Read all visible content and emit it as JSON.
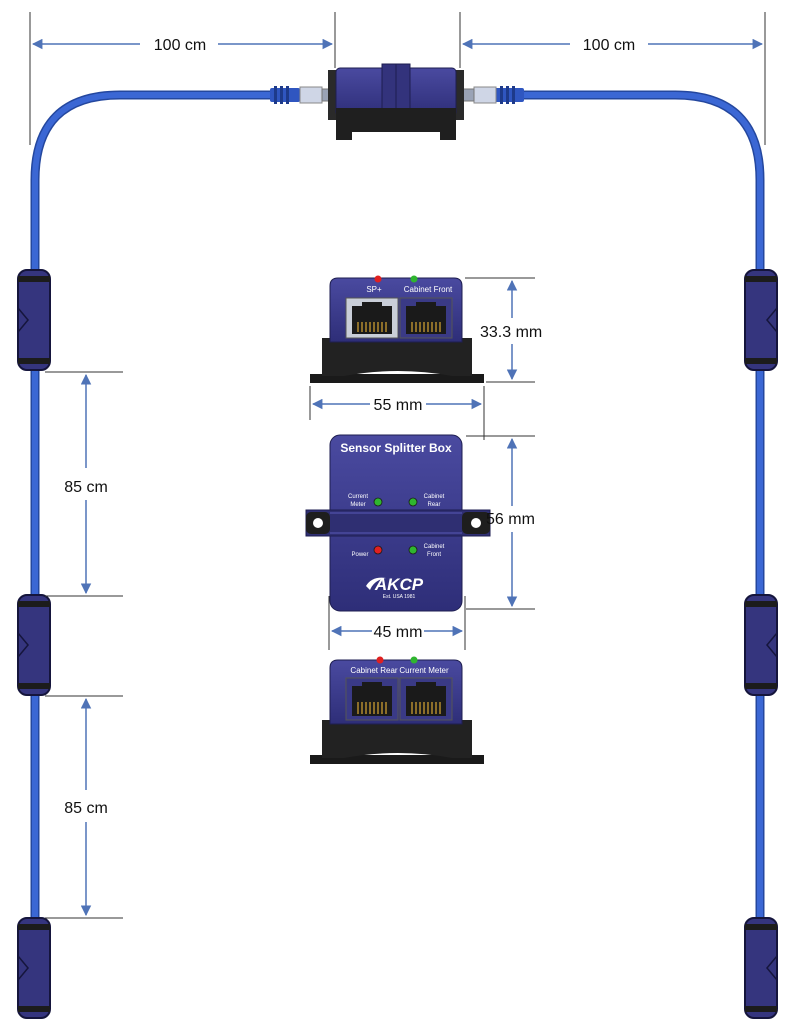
{
  "dimensions": {
    "top_left_cable": "100 cm",
    "top_right_cable": "100 cm",
    "side_segment_1": "85 cm",
    "side_segment_2": "85 cm",
    "device_height_top": "33.3 mm",
    "device_width_top": "55 mm",
    "body_height": "56 mm",
    "body_width": "45 mm"
  },
  "front_view": {
    "port_left_label": "SP+",
    "port_right_label": "Cabinet Front"
  },
  "main_body": {
    "title": "Sensor Splitter Box",
    "led_current_meter": "Current Meter",
    "led_cabinet_rear": "Cabinet Rear",
    "led_power": "Power",
    "led_cabinet_front": "Cabinet Front",
    "logo_text": "AKCP",
    "logo_subtext": "Est. USA 1981"
  },
  "rear_view": {
    "port_left_label": "Cabinet Rear",
    "port_right_label": "Current Meter"
  },
  "colors": {
    "cable": "#3b67d4",
    "box": "#3a3a86",
    "box_dark": "#222222",
    "dimension_line": "#4f73b7",
    "led_red": "#e02020",
    "led_green": "#2fb52f"
  }
}
